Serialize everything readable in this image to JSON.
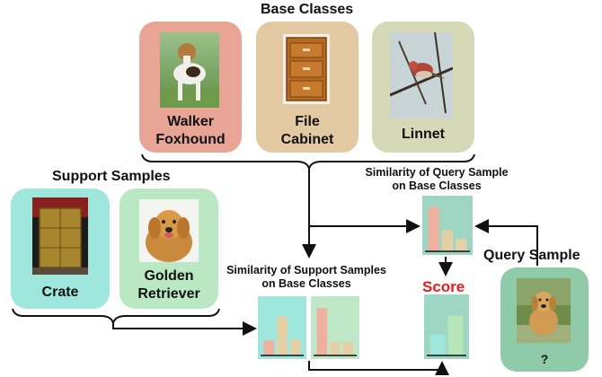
{
  "colors": {
    "walker": "#e8a596",
    "file_cabinet": "#e3c9a2",
    "linnet": "#d6d9b5",
    "crate": "#9fe6dd",
    "golden": "#b9e8c3",
    "query": "#8fcba9",
    "chart_bg": "#9fd6c3",
    "chart_bg_alt": "#bfe8c8",
    "bar_pink": "#efb0a0",
    "bar_tan": "#e4d0a6",
    "bar_teal": "#9fe6dd",
    "bar_green": "#b7e6b8",
    "score": "#e51c1c"
  },
  "base": {
    "title": "Base Classes",
    "items": [
      {
        "label": "Walker\nFoxhound",
        "icon": "dog-photo"
      },
      {
        "label": "File\nCabinet",
        "icon": "cabinet-photo"
      },
      {
        "label": "Linnet",
        "icon": "bird-photo"
      }
    ]
  },
  "support": {
    "title": "Support Samples",
    "items": [
      {
        "label": "Crate",
        "icon": "crate-photo"
      },
      {
        "label": "Golden\nRetriever",
        "icon": "retriever-photo"
      }
    ]
  },
  "query": {
    "title": "Query Sample",
    "label": "?"
  },
  "similarity_query": {
    "title": "Similarity of Query Sample\non Base Classes",
    "bars": [
      0.88,
      0.42,
      0.25
    ]
  },
  "similarity_support": {
    "title": "Similarity of Support Samples\non Base Classes",
    "crate_bars": [
      0.28,
      0.72,
      0.3
    ],
    "golden_bars": [
      0.88,
      0.25,
      0.25
    ]
  },
  "score": {
    "label": "Score",
    "bars": [
      0.38,
      0.72
    ]
  }
}
